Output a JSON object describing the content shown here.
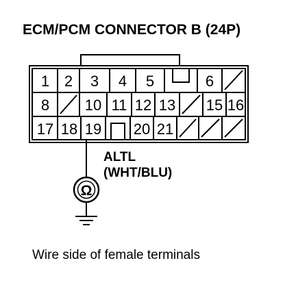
{
  "title": "ECM/PCM CONNECTOR B (24P)",
  "caption": "Wire side of female terminals",
  "signal": {
    "name": "ALTL",
    "wire_color": "(WHT/BLU)",
    "meter_symbol": "Ω",
    "terminal": "19"
  },
  "rows": [
    [
      "1",
      "2",
      "3",
      "4",
      "5",
      "",
      "6",
      ""
    ],
    [
      "8",
      "",
      "10",
      "11",
      "12",
      "13",
      "",
      "15",
      "16"
    ],
    [
      "17",
      "18",
      "19",
      "",
      "20",
      "21",
      "",
      "",
      "",
      ""
    ]
  ],
  "colors": {
    "ink": "#000000",
    "background": "#ffffff"
  },
  "icons": [
    "ohmmeter-icon",
    "ground-icon"
  ]
}
